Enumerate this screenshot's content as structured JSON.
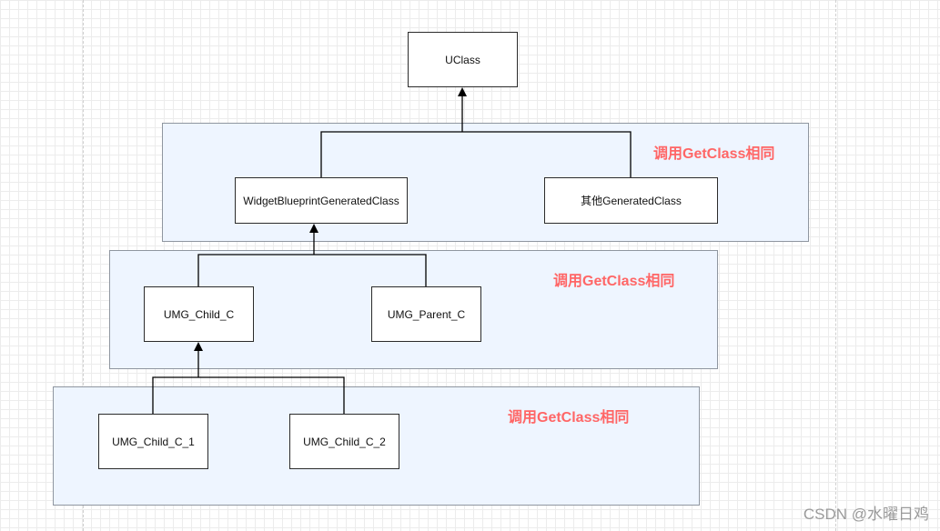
{
  "diagram": {
    "nodes": {
      "uclass": "UClass",
      "widget_bp_class": "WidgetBlueprintGeneratedClass",
      "other_generated": "其他GeneratedClass",
      "umg_child_c": "UMG_Child_C",
      "umg_parent_c": "UMG_Parent_C",
      "umg_child_c_1": "UMG_Child_C_1",
      "umg_child_c_2": "UMG_Child_C_2"
    },
    "group_notes": [
      "调用GetClass相同",
      "调用GetClass相同",
      "调用GetClass相同"
    ],
    "edges": [
      {
        "from": "widget_bp_class",
        "to": "uclass"
      },
      {
        "from": "other_generated",
        "to": "uclass"
      },
      {
        "from": "umg_child_c",
        "to": "widget_bp_class"
      },
      {
        "from": "umg_parent_c",
        "to": "widget_bp_class"
      },
      {
        "from": "umg_child_c_1",
        "to": "umg_child_c"
      },
      {
        "from": "umg_child_c_2",
        "to": "umg_child_c"
      }
    ],
    "colors": {
      "group_fill": "#eef5ff",
      "note_text": "#ff6666"
    }
  },
  "watermark": "CSDN @水曜日鸡"
}
